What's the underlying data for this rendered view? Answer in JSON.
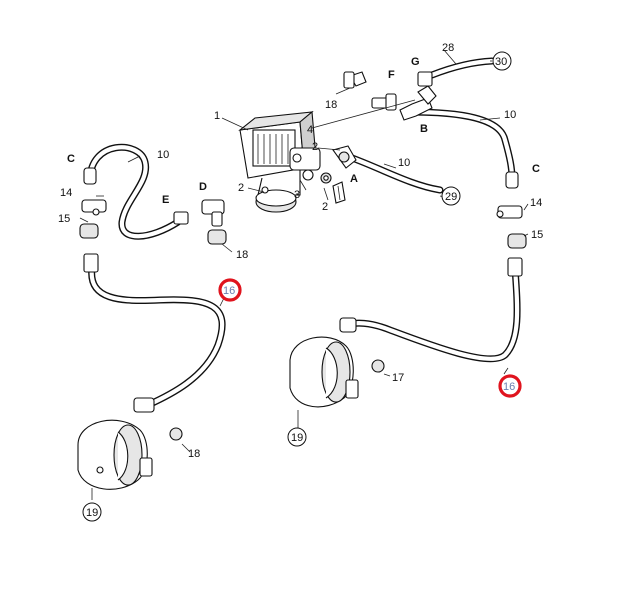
{
  "diagram": {
    "labels": {
      "n1": "1",
      "n2a": "2",
      "n2b": "2",
      "n2c": "2",
      "n3": "3",
      "n4": "4",
      "n10a": "10",
      "n10b": "10",
      "n10c": "10",
      "n14a": "14",
      "n14b": "14",
      "n15a": "15",
      "n15b": "15",
      "n17": "17",
      "n18a": "18",
      "n18b": "18",
      "n18c": "18",
      "n28": "28",
      "n29": "29",
      "n30": "30",
      "n19a": "19",
      "n19b": "19",
      "n16a": "16",
      "n16b": "16",
      "A": "A",
      "B": "B",
      "C1": "C",
      "C2": "C",
      "D": "D",
      "E": "E",
      "F": "F",
      "G": "G"
    }
  }
}
